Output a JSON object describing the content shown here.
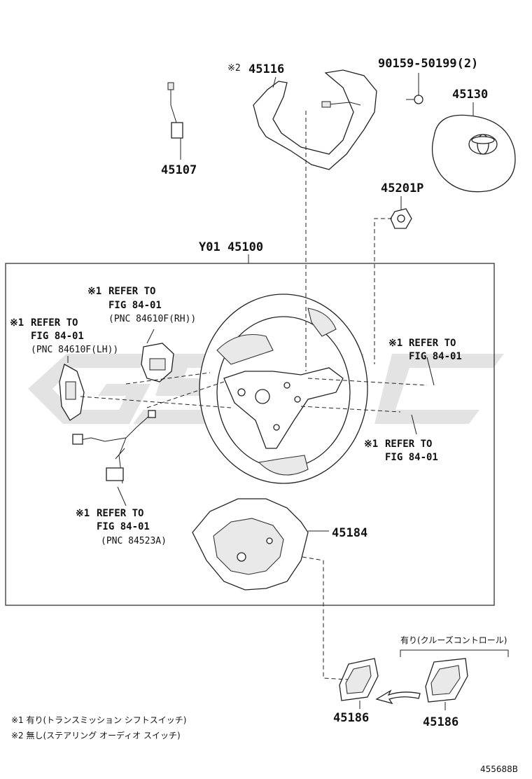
{
  "parts": {
    "p45116": "45116",
    "p45116_mark": "※2",
    "bolt": "90159-50199(2)",
    "p45130": "45130",
    "p45107": "45107",
    "p45201p": "45201P",
    "assembly": "Y01 45100",
    "p45184": "45184",
    "p45186a": "45186",
    "p45186b": "45186"
  },
  "refs": {
    "rh": {
      "mark": "※1",
      "line1": "REFER TO",
      "line2": "FIG 84-01",
      "line3": "(PNC 84610F(RH))"
    },
    "lh": {
      "mark": "※1",
      "line1": "REFER TO",
      "line2": "FIG 84-01",
      "line3": "(PNC 84610F(LH))"
    },
    "right_top": {
      "mark": "※1",
      "line1": "REFER TO",
      "line2": "FIG 84-01"
    },
    "right_bottom": {
      "mark": "※1",
      "line1": "REFER TO",
      "line2": "FIG 84-01"
    },
    "harness": {
      "mark": "※1",
      "line1": "REFER TO",
      "line2": "FIG 84-01",
      "line3": "(PNC 84523A)"
    }
  },
  "cruise_label": "有り(クルーズコントロール)",
  "notes": {
    "n1": "※1 有り(トランスミッション シフトスイッチ)",
    "n2": "※2 無し(ステアリング オーディオ スイッチ)"
  },
  "figure_id": "455688B"
}
